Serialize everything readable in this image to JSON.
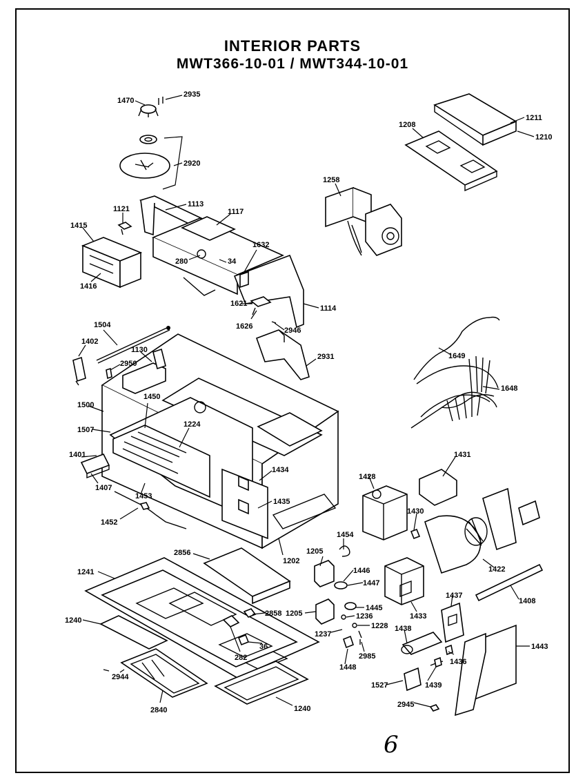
{
  "header": {
    "title": "INTERIOR PARTS",
    "models": "MWT366-10-01 / MWT344-10-01"
  },
  "page_number": "6",
  "callouts": [
    "1470",
    "2935",
    "1211",
    "1208",
    "1210",
    "2920",
    "1258",
    "1121",
    "1113",
    "1117",
    "1415",
    "1632",
    "280",
    "34",
    "1416",
    "1621",
    "1626",
    "2946",
    "1114",
    "1504",
    "1402",
    "1130",
    "2950",
    "2931",
    "1649",
    "1648",
    "1500",
    "1450",
    "1224",
    "1507",
    "1401",
    "1407",
    "1453",
    "1434",
    "1435",
    "1452",
    "1202",
    "1428",
    "1431",
    "1430",
    "1454",
    "2856",
    "1205",
    "1241",
    "1446",
    "1447",
    "1422",
    "1433",
    "1445",
    "1236",
    "1228",
    "1205",
    "2858",
    "1240",
    "282",
    "36",
    "1237",
    "2985",
    "1408",
    "1437",
    "1438",
    "1443",
    "1436",
    "1448",
    "2944",
    "1439",
    "1527",
    "2840",
    "1240",
    "2945"
  ]
}
